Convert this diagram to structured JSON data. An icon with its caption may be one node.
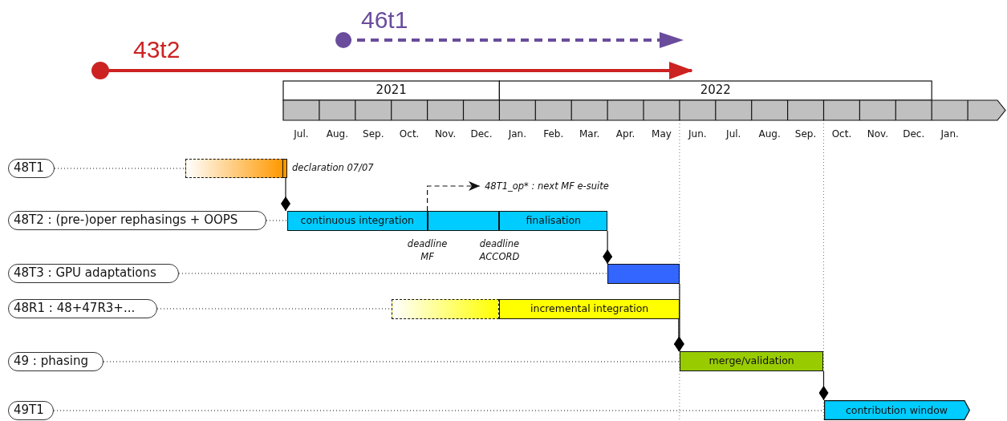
{
  "diagram": {
    "nodes": [
      {
        "text": [
          "48T1"
        ]
      },
      {
        "text": [],
        "shape": "bar"
      },
      {
        "text": [],
        "shape": "bar",
        "beside": [
          "declaration 07/07"
        ]
      },
      {
        "text": [
          "48T1_op* : next MF e-suite"
        ]
      },
      {
        "text": [
          "48T2 : (pre-)oper rephasings + OOPS"
        ]
      },
      {
        "text": [
          "continuous integration"
        ]
      },
      {
        "text": [],
        "shape": "bar"
      },
      {
        "text": [
          "finalisation"
        ]
      },
      {
        "text": [
          "48T3 : GPU adaptations"
        ]
      },
      {
        "text": [],
        "shape": "bar"
      },
      {
        "text": [
          "48R1 : 48+47R3+..."
        ]
      },
      {
        "text": [],
        "shape": "bar"
      },
      {
        "text": [
          "incremental integration"
        ]
      },
      {
        "text": [
          "49 : phasing"
        ]
      },
      {
        "text": [
          "merge/validation"
        ]
      },
      {
        "text": [
          "49T1"
        ]
      },
      {
        "text": [
          "contribution window"
        ]
      }
    ],
    "edges": [
      {
        "from": 0,
        "to": 1,
        "arrow": "none",
        "style": "dashed"
      },
      {
        "from": 2,
        "to": 5,
        "arrow": "other"
      },
      {
        "from": 5,
        "to": 3,
        "arrow": "to",
        "style": "dashed"
      },
      {
        "from": 4,
        "to": 5,
        "arrow": "none",
        "style": "dashed"
      },
      {
        "from": 7,
        "to": 9,
        "arrow": "other"
      },
      {
        "from": 8,
        "to": 9,
        "arrow": "none",
        "style": "dashed"
      },
      {
        "from": 9,
        "to": 14,
        "arrow": "other"
      },
      {
        "from": 10,
        "to": 11,
        "arrow": "none",
        "style": "dashed"
      },
      {
        "from": 12,
        "to": 14,
        "arrow": "other"
      },
      {
        "from": 13,
        "to": 14,
        "arrow": "none",
        "style": "dashed"
      },
      {
        "from": 14,
        "to": 16,
        "arrow": "other"
      },
      {
        "from": 15,
        "to": 16,
        "arrow": "none",
        "style": "dashed"
      }
    ],
    "labels": [
      "46t1",
      "43t2",
      "2021",
      "2022",
      "Jul.",
      "Aug.",
      "Sep.",
      "Oct.",
      "Nov.",
      "Dec.",
      "Jan.",
      "Feb.",
      "Mar.",
      "Apr.",
      "May",
      "Jun.",
      "Jul.",
      "Aug.",
      "Sep.",
      "Oct.",
      "Nov.",
      "Dec.",
      "Jan.",
      "deadline MF",
      "deadline ACCORD"
    ]
  }
}
